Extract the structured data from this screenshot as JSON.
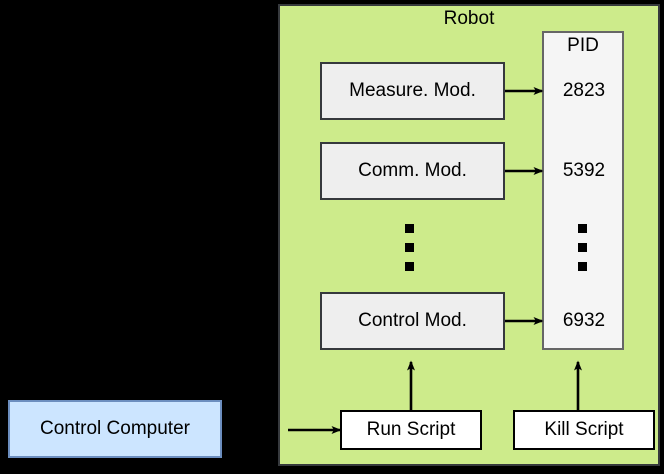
{
  "diagram": {
    "title": "Robot",
    "background_color": "#000000",
    "robot_panel": {
      "label": "Robot",
      "fill": "#cdeb8b",
      "stroke": "#36393d"
    },
    "modules": [
      {
        "label": "Measure. Mod.",
        "pid": "2823"
      },
      {
        "label": "Comm. Mod.",
        "pid": "5392"
      },
      {
        "label": "Control Mod.",
        "pid": "6932"
      }
    ],
    "pid_column": {
      "header": "PID",
      "fill": "#f5f5f5",
      "stroke": "#666666",
      "ellipsis": "vertical-dots"
    },
    "modules_ellipsis": "vertical-dots",
    "scripts": [
      {
        "label": "Run Script"
      },
      {
        "label": "Kill Script"
      }
    ],
    "control_computer": {
      "label": "Control Computer",
      "fill": "#cce5ff",
      "stroke": "#6c8ebf"
    },
    "connections": [
      {
        "from": "Measure. Mod.",
        "to": "2823",
        "type": "arrow"
      },
      {
        "from": "Comm. Mod.",
        "to": "5392",
        "type": "arrow"
      },
      {
        "from": "Control Mod.",
        "to": "6932",
        "type": "arrow"
      },
      {
        "from": "Control Computer",
        "to": "Run Script",
        "type": "arrow"
      },
      {
        "from": "Run Script",
        "to": "Control Mod.",
        "type": "arrow"
      },
      {
        "from": "Kill Script",
        "to": "PID",
        "type": "arrow"
      }
    ]
  }
}
